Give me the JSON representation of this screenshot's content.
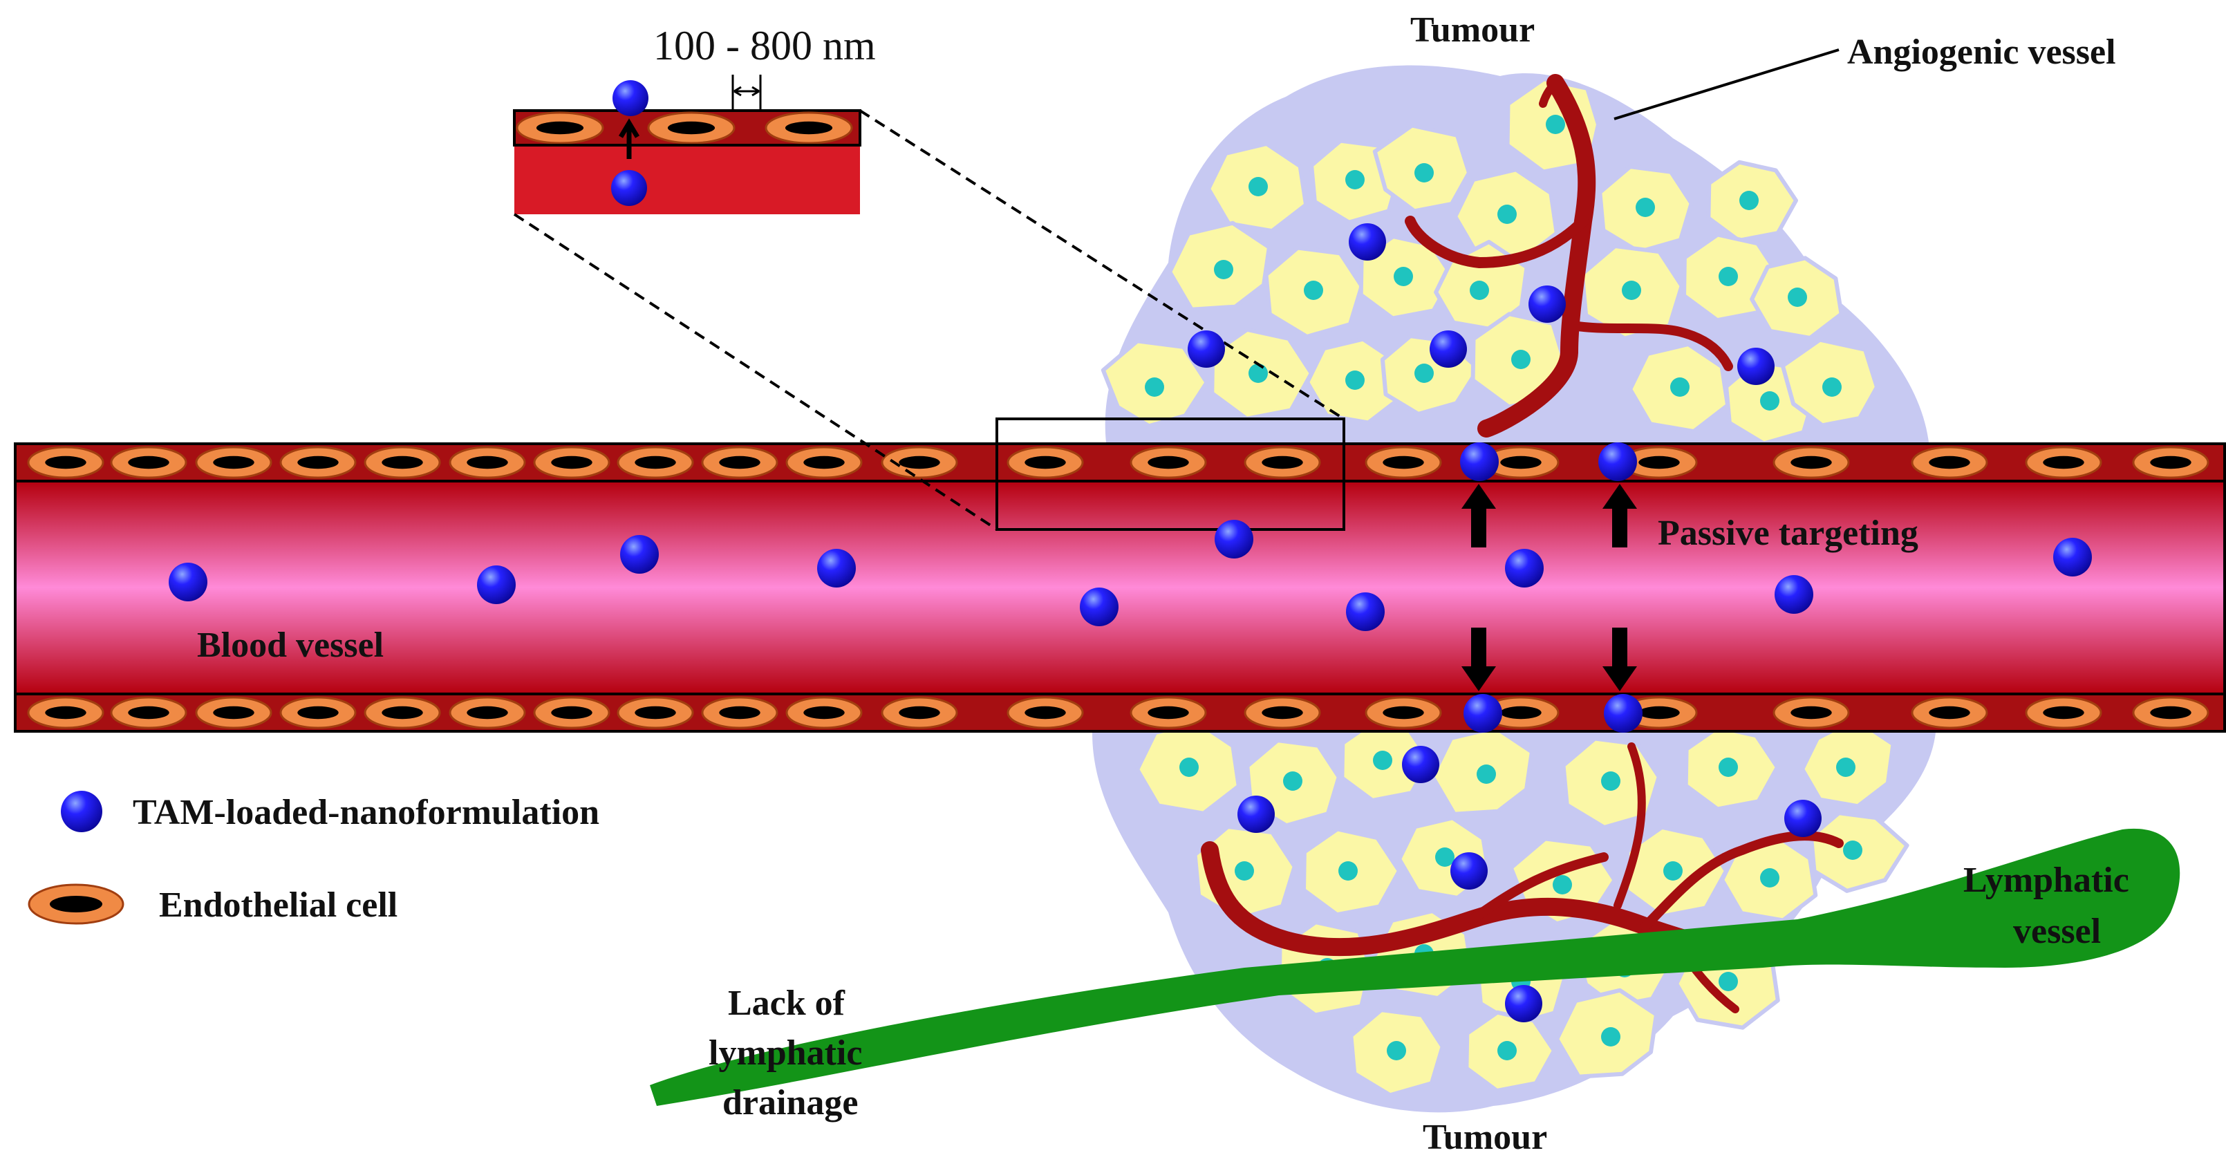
{
  "labels": {
    "tumour_top": "Tumour",
    "tumour_bottom": "Tumour",
    "angiogenic_vessel": "Angiogenic vessel",
    "size_range": "100 - 800 nm",
    "passive_targeting": "Passive targeting",
    "blood_vessel": "Blood vessel",
    "lymphatic_vessel_line1": "Lymphatic",
    "lymphatic_vessel_line2": "vessel",
    "lack_line1": "Lack of",
    "lack_line2": "lymphatic",
    "lack_line3": "drainage"
  },
  "legend": {
    "nanoparticle": "TAM-loaded-nanoformulation",
    "endothelial": "Endothelial cell"
  },
  "colors": {
    "vessel_dark": "#b5000e",
    "vessel_light": "#ff8ad8",
    "wall": "#a60f12",
    "endothelial": "#f08a45",
    "nucleus": "#000000",
    "nanoparticle": "#1510f0",
    "tumour_bg": "#c7c9f2",
    "tumour_cell": "#fbf7a6",
    "cell_nucleus": "#1fc4bf",
    "angiogenic": "#a40e10",
    "lymphatic": "#139418",
    "inset_fill": "#d81a26"
  },
  "icons": {
    "nanoparticle": "blue-sphere-icon",
    "endothelial": "endothelial-cell-icon",
    "arrow": "arrow-icon"
  }
}
